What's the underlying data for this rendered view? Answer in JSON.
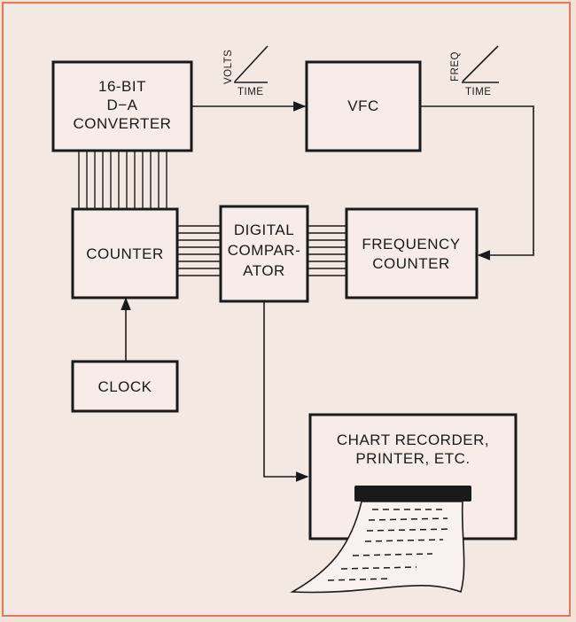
{
  "blocks": {
    "dac": [
      "16-BIT",
      "D−A",
      "CONVERTER"
    ],
    "vfc": [
      "VFC"
    ],
    "counter": [
      "COUNTER"
    ],
    "comparator": [
      "DIGITAL",
      "COMPAR-",
      "ATOR"
    ],
    "freq_counter": [
      "FREQUENCY",
      "COUNTER"
    ],
    "clock": [
      "CLOCK"
    ],
    "recorder": [
      "CHART RECORDER,",
      "PRINTER, ETC."
    ]
  },
  "inset_graphs": {
    "dac_output": {
      "y_label": "VOLTS",
      "x_label": "TIME"
    },
    "vfc_output": {
      "y_label": "FREQ",
      "x_label": "TIME"
    }
  }
}
